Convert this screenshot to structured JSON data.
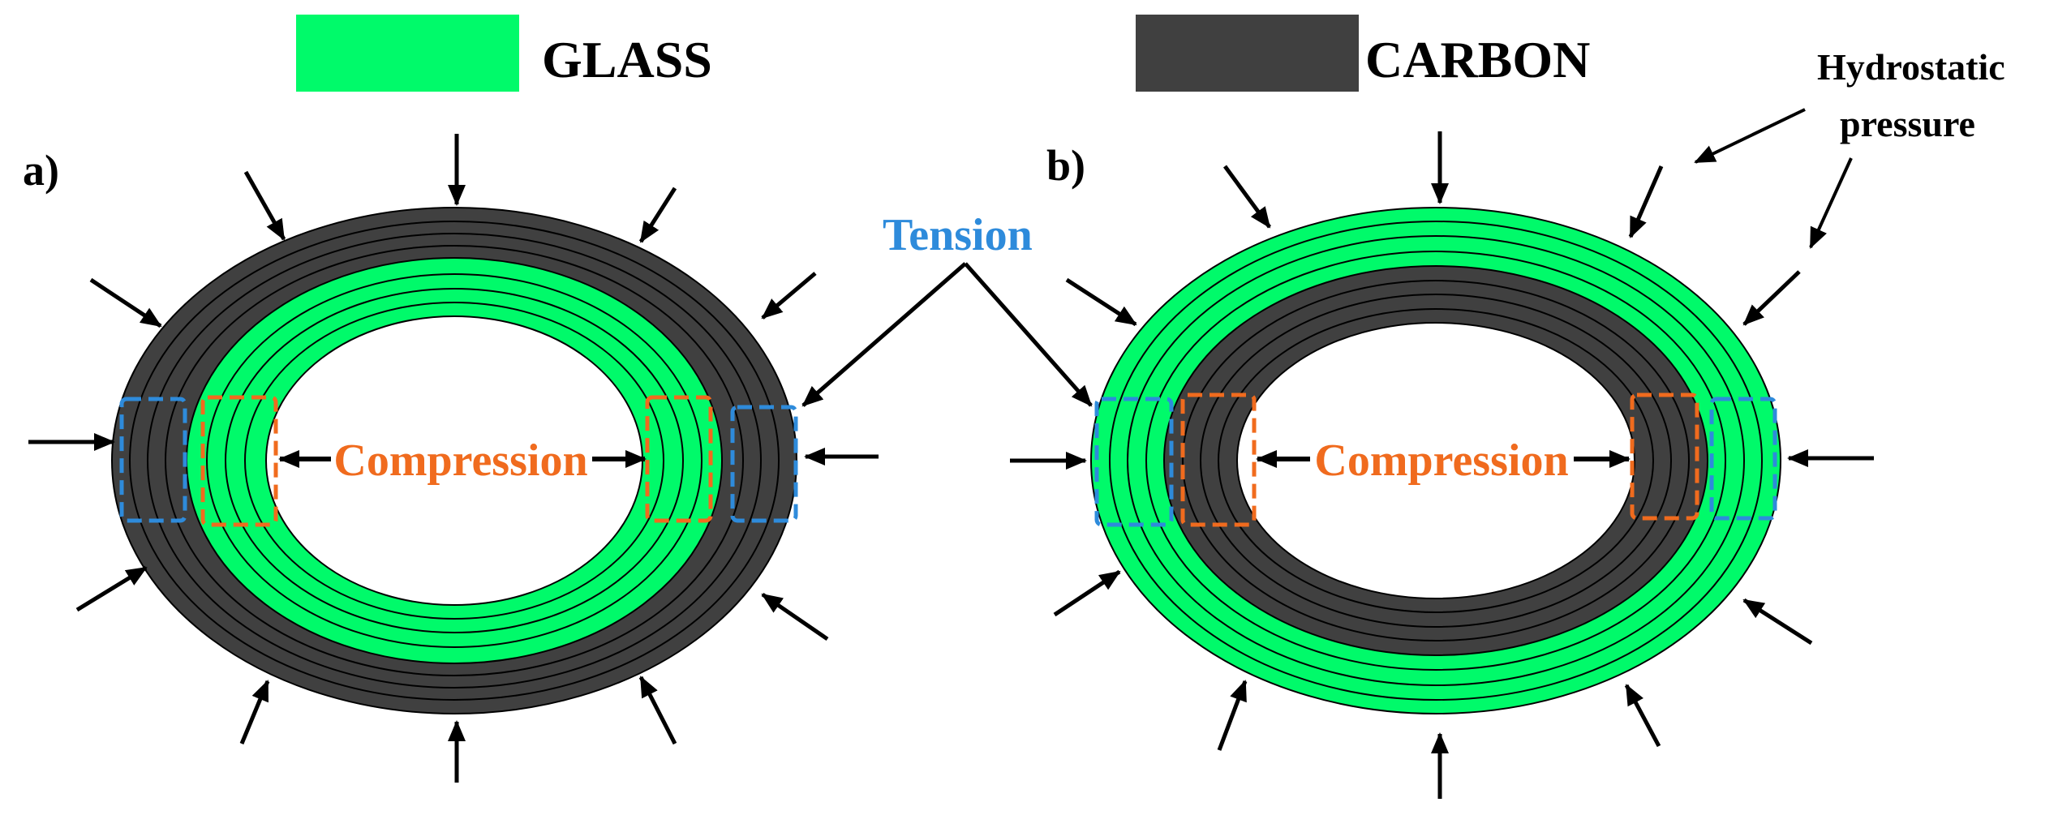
{
  "legend": [
    {
      "label": "GLASS",
      "color": "#00FA6A"
    },
    {
      "label": "CARBON",
      "color": "#404040"
    }
  ],
  "panels": [
    {
      "label": "a)",
      "outer_material": "CARBON",
      "inner_material": "GLASS"
    },
    {
      "label": "b)",
      "outer_material": "GLASS",
      "inner_material": "CARBON"
    }
  ],
  "annotations": {
    "tension": "Tension",
    "compression": "Compression",
    "hydrostatic_line1": "Hydrostatic",
    "hydrostatic_line2": "pressure"
  },
  "colors": {
    "glass": "#00FA6A",
    "carbon": "#404040",
    "tension": "#2E8BDB",
    "compression": "#F06B1E",
    "arrow": "#000000",
    "background": "#FFFFFF"
  }
}
